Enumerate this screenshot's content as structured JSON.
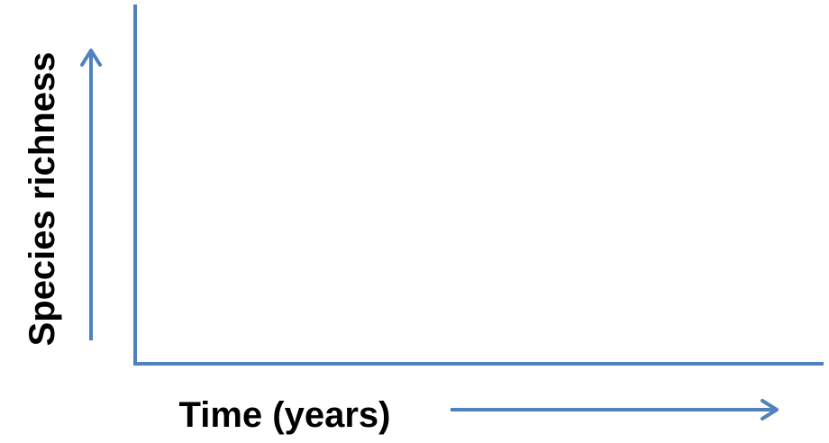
{
  "chart_data": {
    "type": "line",
    "title": "",
    "xlabel": "Time (years)",
    "ylabel": "Species richness",
    "series": [],
    "grid": false,
    "legend": "none",
    "axis_color": "#4f81bd",
    "x_arrow": true,
    "y_arrow": true
  }
}
